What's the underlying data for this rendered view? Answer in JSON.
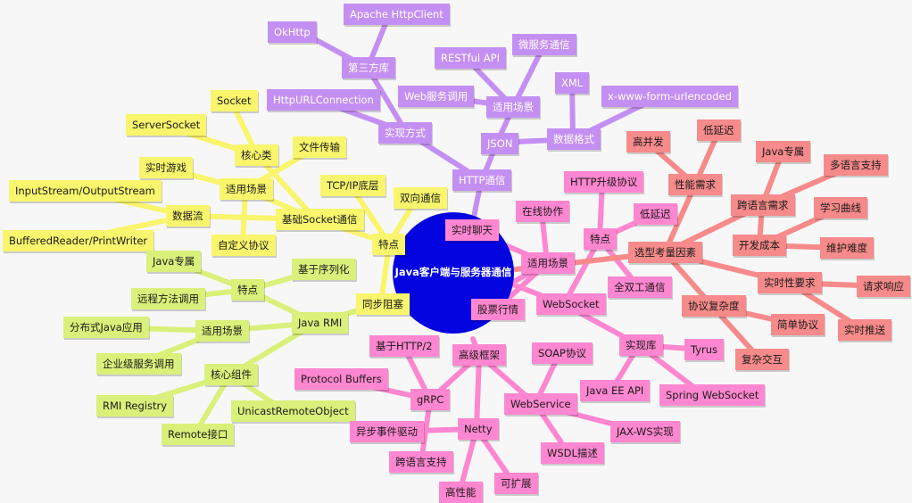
{
  "center": "Java客户端与服务器通信",
  "colors": {
    "http": "#c48ff3",
    "socket": "#f9f56c",
    "rmi": "#d9f07a",
    "websocket": "#ff86d0",
    "selection": "#f78a8a",
    "center": "#0404e0"
  },
  "http": {
    "root": "HTTP通信",
    "impl": "实现方式",
    "lib": "第三方库",
    "okhttp": "OkHttp",
    "apache": "Apache HttpClient",
    "urlconn": "HttpURLConnection",
    "scenes": "适用场景",
    "restful": "RESTful API",
    "micro": "微服务通信",
    "websvc": "Web服务调用",
    "format": "数据格式",
    "json": "JSON",
    "xml": "XML",
    "form": "x-www-form-urlencoded"
  },
  "socket": {
    "root": "基础Socket通信",
    "core": "核心类",
    "socket": "Socket",
    "server": "ServerSocket",
    "scenes": "适用场景",
    "file": "文件传输",
    "game": "实时游戏",
    "custom": "自定义协议",
    "stream": "数据流",
    "io": "InputStream/OutputStream",
    "buf": "BufferedReader/PrintWriter",
    "feature": "特点",
    "tcp": "TCP/IP底层",
    "duplex": "双向通信",
    "sync": "同步阻塞"
  },
  "rmi": {
    "root": "Java RMI",
    "feature": "特点",
    "javaonly": "Java专属",
    "serial": "基于序列化",
    "remote": "远程方法调用",
    "scenes": "适用场景",
    "dist": "分布式Java应用",
    "enterprise": "企业级服务调用",
    "comp": "核心组件",
    "registry": "RMI Registry",
    "unicast": "UnicastRemoteObject",
    "iface": "Remote接口"
  },
  "websocket": {
    "root": "WebSocket",
    "scenes": "适用场景",
    "chat": "实时聊天",
    "collab": "在线协作",
    "stock": "股票行情",
    "feature": "特点",
    "upgrade": "HTTP升级协议",
    "lowlat": "低延迟",
    "full": "全双工通信",
    "impl": "实现库",
    "tyrus": "Tyrus",
    "javaee": "Java EE API",
    "spring": "Spring WebSocket",
    "adv": "高级框架",
    "grpc": "gRPC",
    "h2": "基于HTTP/2",
    "protobuf": "Protocol Buffers",
    "cross": "跨语言支持",
    "netty": "Netty",
    "async": "异步事件驱动",
    "perf": "高性能",
    "ext": "可扩展",
    "ws": "WebService",
    "soap": "SOAP协议",
    "jaxws": "JAX-WS实现",
    "wsdl": "WSDL描述"
  },
  "selection": {
    "root": "选型考量因素",
    "perf": "性能需求",
    "conc": "高并发",
    "lowlat": "低延迟",
    "lang": "跨语言需求",
    "javaonly": "Java专属",
    "multi": "多语言支持",
    "cost": "开发成本",
    "learn": "学习曲线",
    "maint": "维护难度",
    "rt": "实时性要求",
    "reqres": "请求响应",
    "push": "实时推送",
    "complex": "协议复杂度",
    "simple": "简单协议",
    "interact": "复杂交互"
  }
}
